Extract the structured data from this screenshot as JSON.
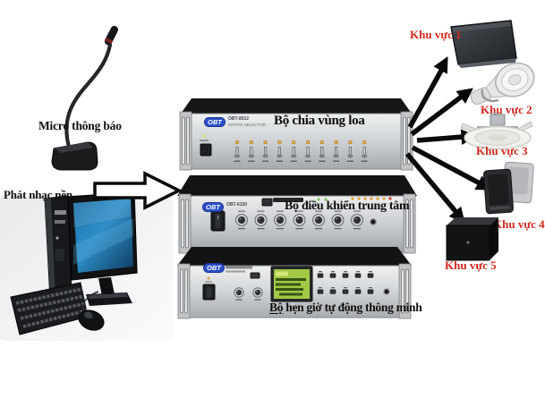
{
  "labels": {
    "microphone": "Micro thông báo",
    "computer": "Phát nhạc nền"
  },
  "racks": [
    {
      "brand": "OBT",
      "model": "OBT-8012",
      "sub": "MATRIX SELECTOR",
      "title": "Bộ chia vùng loa"
    },
    {
      "brand": "OBT",
      "model": "OBT-6150",
      "title": "Bộ điều khiển trung tâm"
    },
    {
      "brand": "OBT",
      "title_head": "Bộ",
      "title_tail": " hẹn giờ tự động thông minh"
    }
  ],
  "zones": [
    {
      "label": "Khu vực 1",
      "speaker": "wall-box-speaker"
    },
    {
      "label": "Khu vực 2",
      "speaker": "horn-speaker"
    },
    {
      "label": "Khu vực 3",
      "speaker": "ceiling-speaker"
    },
    {
      "label": "Khu vực 4",
      "speaker": "wall-speaker"
    },
    {
      "label": "Khu vực 5",
      "speaker": "box-speaker"
    }
  ],
  "colors": {
    "zone_label": "#d2281e",
    "device_label": "#101010",
    "obt_logo_blue": "#2b50c8",
    "lcd_screen": "#a3c846",
    "panel_silver": "#d7d9db",
    "arrow_black": "#0a0a0a"
  }
}
